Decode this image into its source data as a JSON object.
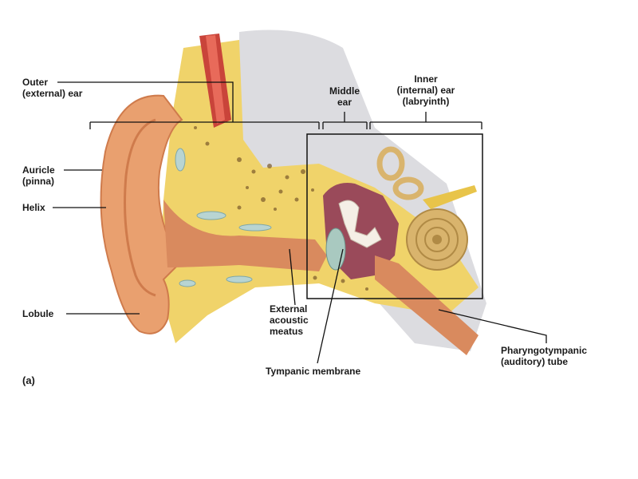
{
  "labels": {
    "outer_ear": [
      "Outer",
      "(external) ear"
    ],
    "middle_ear": [
      "Middle",
      "ear"
    ],
    "inner_ear": [
      "Inner",
      "(internal) ear",
      "(labryinth)"
    ],
    "auricle": [
      "Auricle",
      "(pinna)"
    ],
    "helix": "Helix",
    "lobule": "Lobule",
    "external_acoustic_meatus": [
      "External",
      "acoustic",
      "meatus"
    ],
    "tympanic_membrane": "Tympanic membrane",
    "pharyngotympanic_tube": [
      "Pharyngotympanic",
      "(auditory) tube"
    ],
    "panel": "(a)"
  },
  "colors": {
    "skin": "#e9a06f",
    "skin_dark": "#cf7b4c",
    "fat": "#f0d36a",
    "bone": "#f3e4a0",
    "muscle": "#c9443a",
    "canal": "#d98a5e",
    "middle_cavity": "#9a4a5a",
    "membrane": "#a9c9c0",
    "cochlea": "#d9b46d",
    "background_shadow": "#d8d8dc"
  }
}
